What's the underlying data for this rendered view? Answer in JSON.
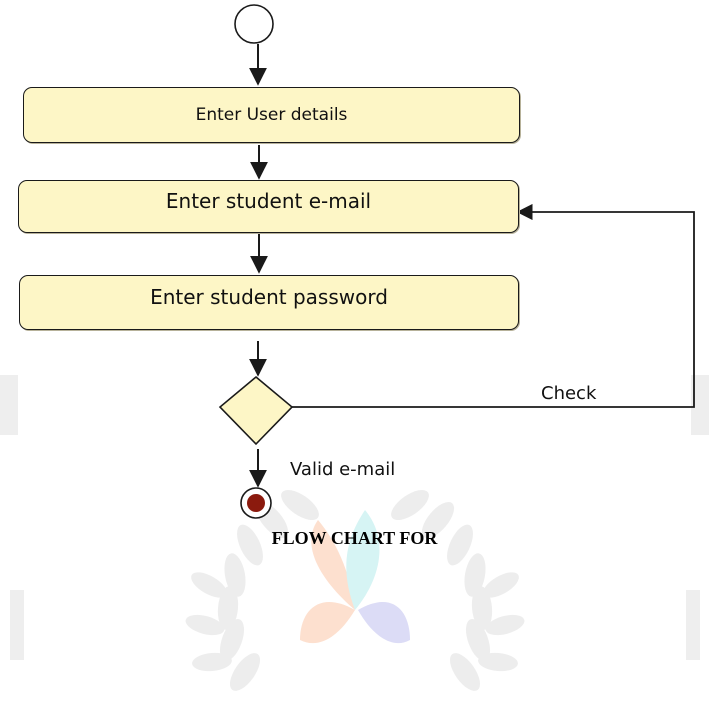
{
  "diagram": {
    "steps": [
      "Enter User details",
      "Enter student e-mail",
      "Enter student password"
    ],
    "decision_label": "Check",
    "exit_label": "Valid e-mail",
    "caption": "FLOW CHART FOR"
  },
  "colors": {
    "box_fill": "#fdf6c6",
    "line": "#1a1a1a",
    "end_node_fill": "#8b1a0e",
    "watermark_leaf_gray": "#ececec",
    "watermark_petal_orange": "#fde0cf",
    "watermark_petal_cyan": "#d6f4f4",
    "watermark_petal_blue": "#dcdcf6"
  },
  "icons": {
    "start": "start-node-icon",
    "end": "end-node-icon",
    "decision": "decision-diamond-icon",
    "watermark": "laurel-logo-watermark"
  }
}
